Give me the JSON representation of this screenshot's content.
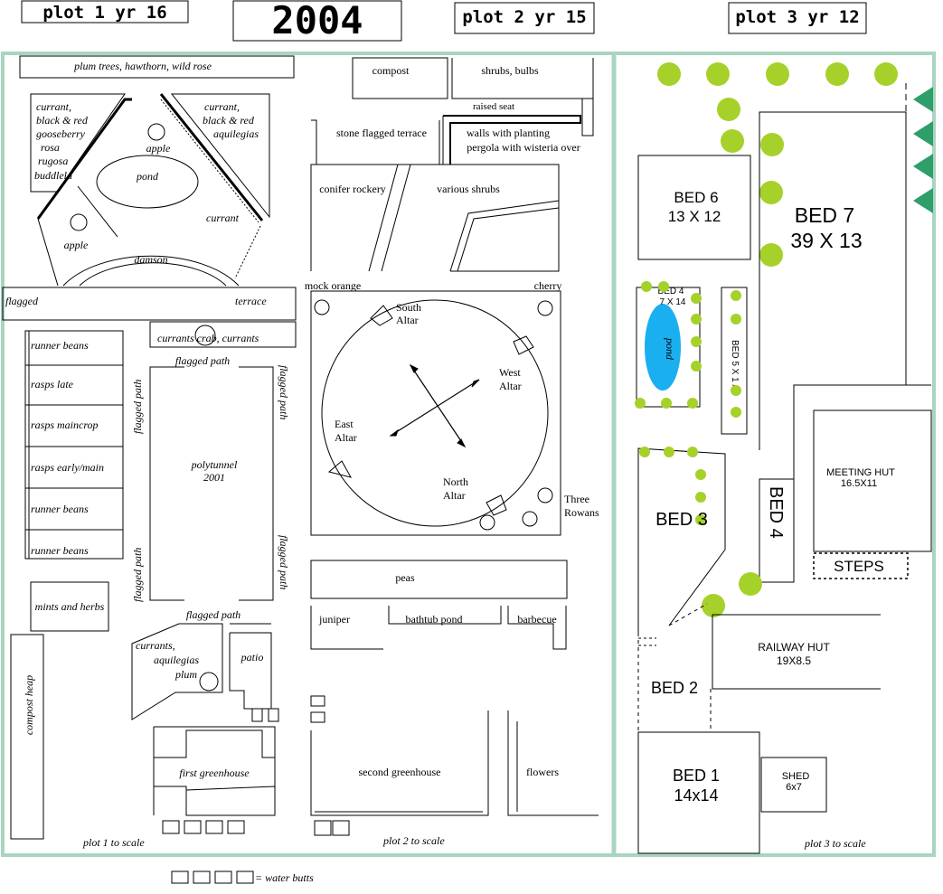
{
  "header": {
    "plot1": "plot 1 yr 16",
    "year": "2004",
    "plot2": "plot 2 yr 15",
    "plot3": "plot 3 yr 12"
  },
  "plot1": {
    "plum_trees": "plum trees, hawthorn, wild rose",
    "left_bed": [
      "currant,",
      "black & red",
      "gooseberry",
      "rosa",
      "rugosa",
      "buddlela"
    ],
    "right_bed": [
      "currant,",
      "black & red",
      "aquilegias"
    ],
    "apple_top": "apple",
    "pond": "pond",
    "currant": "currant",
    "apple_left": "apple",
    "damson": "damson",
    "flagged": "flagged",
    "terrace": "terrace",
    "currants_crab": "currants   crab, currants",
    "beds": [
      "runner beans",
      "rasps late",
      "rasps maincrop",
      "rasps early/main",
      "runner beans",
      "runner beans"
    ],
    "flagged_path": "flagged path",
    "polytunnel": [
      "polytunnel",
      "2001"
    ],
    "mints": "mints and herbs",
    "compost_heap": "compost heap",
    "currants_plum": [
      "currants,",
      "aquilegias",
      "plum"
    ],
    "patio": "patio",
    "first_greenhouse": "first   greenhouse",
    "to_scale": "plot 1  to scale"
  },
  "plot2": {
    "compost": "compost",
    "shrubs_bulbs": "shrubs, bulbs",
    "raised_seat": "raised seat",
    "stone_terrace": "stone flagged terrace",
    "walls": "walls with planting",
    "pergola": "pergola with wisteria over",
    "conifer": "conifer rockery",
    "various": "various shrubs",
    "mock_orange": "mock orange",
    "cherry": "cherry",
    "south_altar": [
      "South",
      "Altar"
    ],
    "west_altar": [
      "West",
      "Altar"
    ],
    "east_altar": [
      "East",
      "Altar"
    ],
    "north_altar": [
      "North",
      "Altar"
    ],
    "three_rowans": [
      "Three",
      "Rowans"
    ],
    "peas": "peas",
    "juniper": "juniper",
    "bathtub": "bathtub pond",
    "barbecue": "barbecue",
    "second_greenhouse": "second  greenhouse",
    "flowers": "flowers",
    "to_scale": "plot 2  to scale"
  },
  "plot3": {
    "bed6": [
      "BED 6",
      "13 X 12"
    ],
    "bed7": [
      "BED 7",
      "39 X 13"
    ],
    "bed4_small": [
      "BED 4",
      "7 X 14"
    ],
    "pond": "pond",
    "bed5": "BED 5  X 1 /",
    "meeting_hut": [
      "MEETING HUT",
      "16.5X11"
    ],
    "bed3": "BED 3",
    "bed4": "BED 4",
    "steps": "STEPS",
    "railway_hut": [
      "RAILWAY HUT",
      "19X8.5"
    ],
    "bed2": "BED 2",
    "bed1": [
      "BED 1",
      "14x14"
    ],
    "shed": [
      "SHED",
      "6x7"
    ],
    "to_scale": "plot 3 to scale"
  },
  "legend": {
    "water_butts": "= water butts"
  },
  "colors": {
    "border": "#a8d5c0",
    "tree": "#a6d12a",
    "pond": "#1ab0f0",
    "triangle": "#2e9e6a"
  }
}
